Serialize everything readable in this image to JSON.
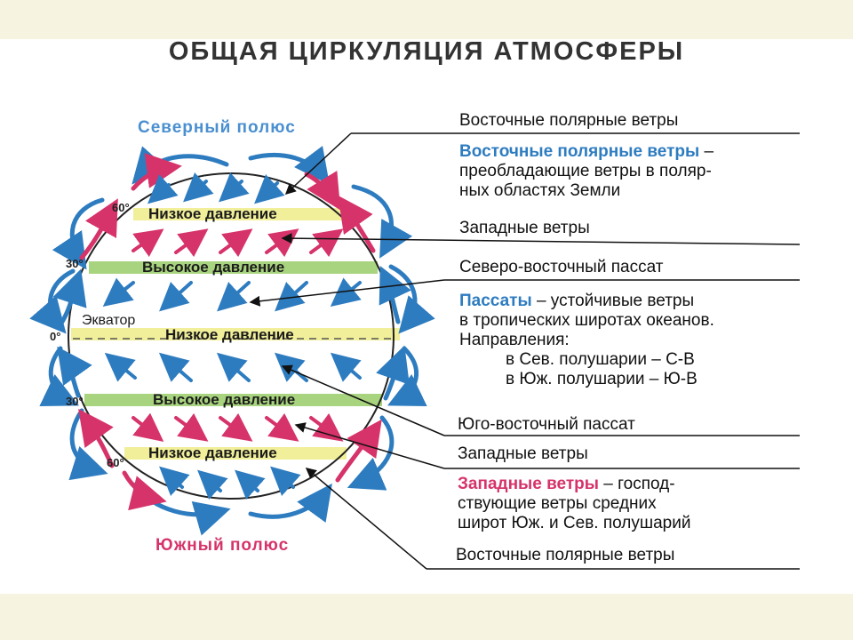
{
  "title": "ОБЩАЯ ЦИРКУЛЯЦИЯ АТМОСФЕРЫ",
  "poles": {
    "north": "Северный полюс",
    "south": "Южный полюс"
  },
  "degrees": {
    "n60": "60°",
    "n30": "30°",
    "eq": "0°",
    "s30": "30°",
    "s60": "60°"
  },
  "equator_label": "Экватор",
  "bands": {
    "low_north": "Низкое давление",
    "high_north": "Высокое давление",
    "low_equator": "Низкое давление",
    "high_south": "Высокое давление",
    "low_south": "Низкое давление"
  },
  "legend": {
    "polar_easterlies_top": "Восточные полярные ветры",
    "polar_def_title": "Восточные полярные ветры",
    "polar_def_dash": " –",
    "polar_def_line1": "преобладающие ветры в поляр-",
    "polar_def_line2": "ных областях Земли",
    "westerlies_top": "Западные ветры",
    "ne_trade": "Северо-восточный пассат",
    "trade_title": "Пассаты",
    "trade_line1_rest": " – устойчивые ветры",
    "trade_line2": "в тропических широтах океанов.",
    "trade_line3": "Направления:",
    "trade_line4": "в Сев. полушарии – С-В",
    "trade_line5": "в Юж. полушарии – Ю-В",
    "se_trade": "Юго-восточный пассат",
    "westerlies_bottom": "Западные ветры",
    "west_def_title": "Западные ветры",
    "west_def_line1_rest": " – господ-",
    "west_def_line2": "ствующие ветры средних",
    "west_def_line3": "широт Юж. и Сев. полушарий",
    "polar_easterlies_bottom": "Восточные полярные ветры"
  },
  "colors": {
    "blue": "#2e7cc0",
    "red": "#d6336a",
    "yellow": "#f1ef9a",
    "green": "#a9d47f"
  }
}
